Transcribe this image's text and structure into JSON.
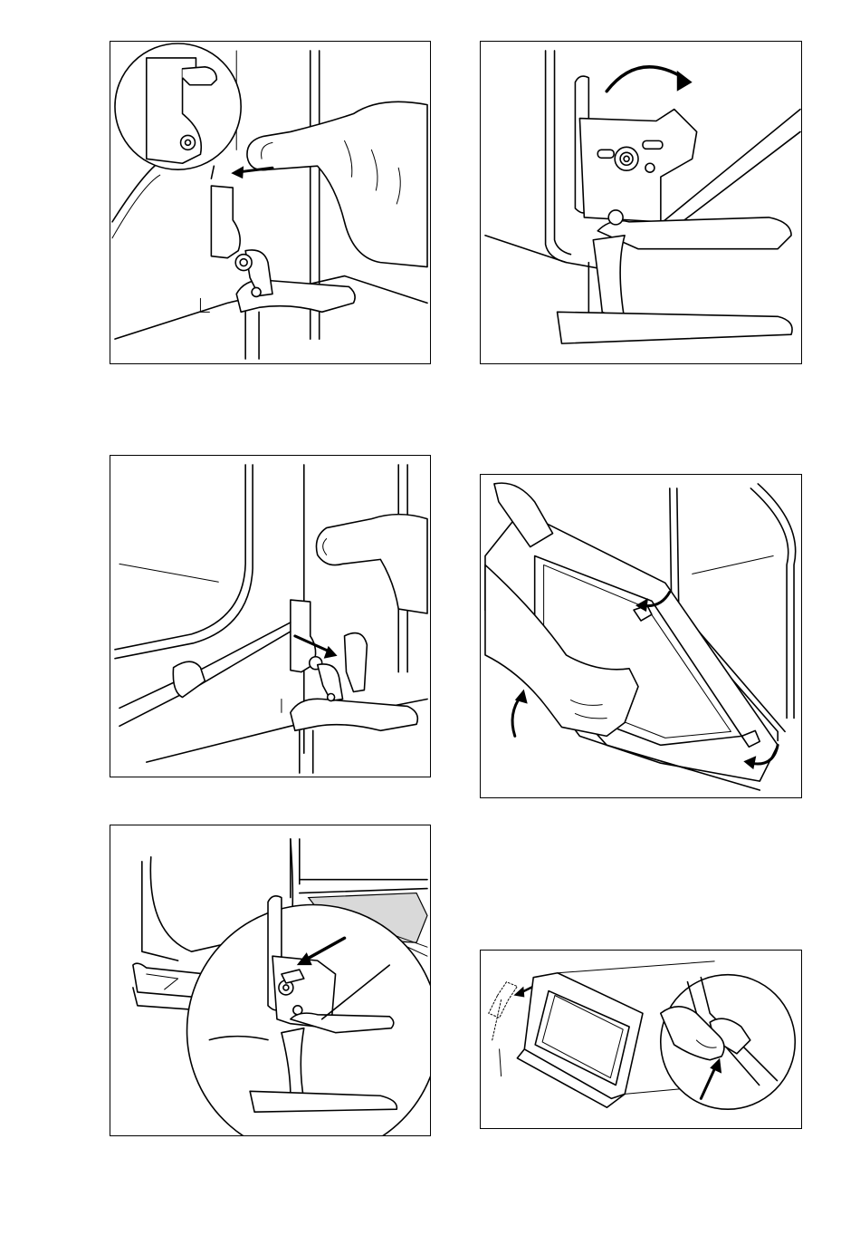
{
  "page": {
    "background": "#ffffff",
    "line_color": "#000000",
    "figures": [
      {
        "id": "fig-1",
        "icon": "hinge-lever-push-illustration"
      },
      {
        "id": "fig-2",
        "icon": "hinge-rotate-illustration"
      },
      {
        "id": "fig-3",
        "icon": "hinge-screwdriver-illustration"
      },
      {
        "id": "fig-4",
        "icon": "door-lift-off-illustration"
      },
      {
        "id": "fig-5",
        "icon": "hinge-lock-detail-illustration"
      },
      {
        "id": "fig-6",
        "icon": "inner-glass-removal-illustration"
      }
    ]
  }
}
